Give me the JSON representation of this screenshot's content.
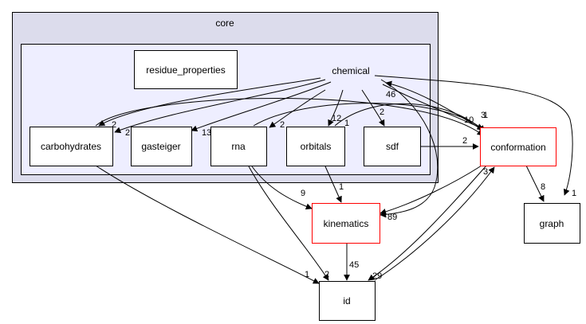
{
  "colors": {
    "outer_cluster_fill": "#dcdcec",
    "inner_cluster_fill": "#eeeeff",
    "border": "#000000",
    "highlight_border": "#ff0000",
    "node_fill": "#ffffff"
  },
  "clusters": {
    "outer": {
      "label": "core"
    },
    "inner": {
      "label": "chemical"
    }
  },
  "nodes": {
    "residue_properties": "residue_properties",
    "carbohydrates": "carbohydrates",
    "gasteiger": "gasteiger",
    "rna": "rna",
    "orbitals": "orbitals",
    "sdf": "sdf",
    "conformation": "conformation",
    "kinematics": "kinematics",
    "graph": "graph",
    "id": "id"
  },
  "edge_labels": {
    "chem_carb_a": "2",
    "chem_carb_b": "2",
    "chem_gast": "13",
    "chem_rna": "2",
    "chem_orb": "12",
    "chem_sdf": "2",
    "conf_chem": "46",
    "conf_in": "1",
    "conf_in_b": "3",
    "conf_in_c": "10",
    "orb_conf_1": "1",
    "sdf_conf": "2",
    "conf_graph": "8",
    "chem_graph": "1",
    "orb_kin": "1",
    "rna_kin": "9",
    "kin_in": "89",
    "kin_id": "45",
    "conf_kin": "3",
    "carb_id": "1",
    "rna_id": "2",
    "conf_id": "29"
  }
}
